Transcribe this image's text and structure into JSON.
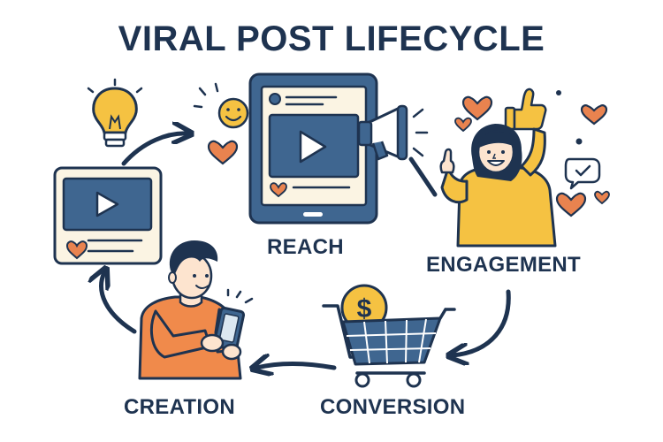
{
  "title": "VIRAL POST LIFECYCLE",
  "stages": {
    "reach": "REACH",
    "engagement": "ENGAGEMENT",
    "conversion": "CONVERSION",
    "creation": "CREATION"
  },
  "coin_symbol": "$",
  "colors": {
    "navy": "#1e3350",
    "blue": "#3f6690",
    "light_blue": "#dbe7f1",
    "cream": "#fbf4e3",
    "orange": "#f08a4b",
    "heart": "#e9834f",
    "yellow": "#f5c242",
    "skin": "#fde4cf",
    "white": "#ffffff"
  }
}
